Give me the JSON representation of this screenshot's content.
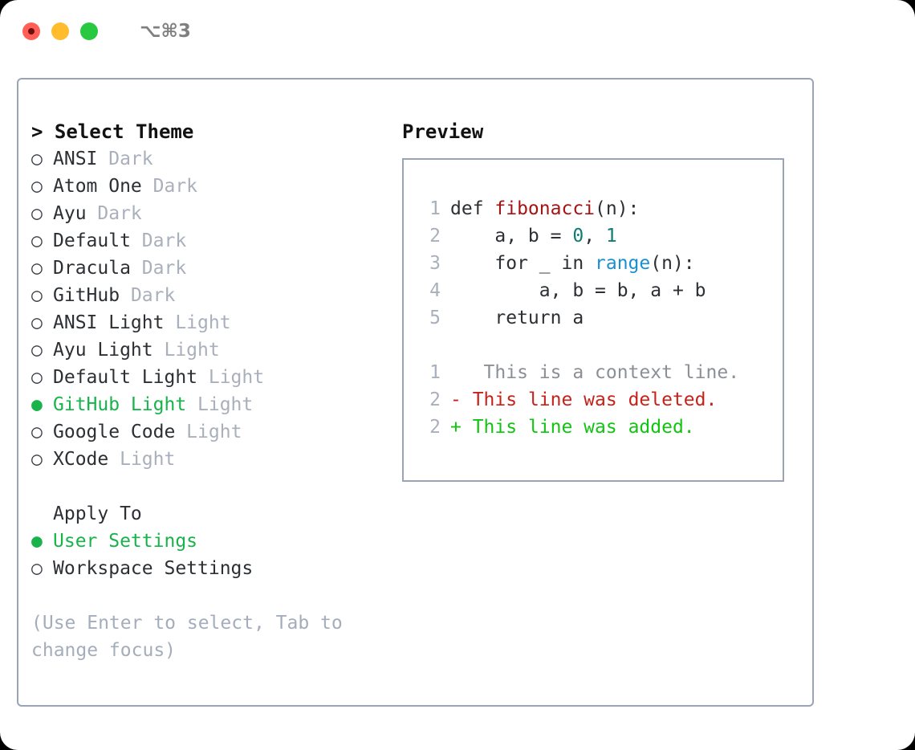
{
  "titlebar": {
    "shortcut": "⌥⌘3",
    "lights": [
      {
        "name": "close",
        "color": "#ff5f57"
      },
      {
        "name": "minimize",
        "color": "#ffbd2e"
      },
      {
        "name": "maximize",
        "color": "#28c840"
      }
    ]
  },
  "theme_picker": {
    "heading": "> Select Theme",
    "marker_off": "○",
    "marker_on": "●",
    "items": [
      {
        "label": "ANSI",
        "badge": "Dark",
        "selected": false
      },
      {
        "label": "Atom One",
        "badge": "Dark",
        "selected": false
      },
      {
        "label": "Ayu",
        "badge": "Dark",
        "selected": false
      },
      {
        "label": "Default",
        "badge": "Dark",
        "selected": false
      },
      {
        "label": "Dracula",
        "badge": "Dark",
        "selected": false
      },
      {
        "label": "GitHub",
        "badge": "Dark",
        "selected": false
      },
      {
        "label": "ANSI Light",
        "badge": "Light",
        "selected": false
      },
      {
        "label": "Ayu Light",
        "badge": "Light",
        "selected": false
      },
      {
        "label": "Default Light",
        "badge": "Light",
        "selected": false
      },
      {
        "label": "GitHub Light",
        "badge": "Light",
        "selected": true
      },
      {
        "label": "Google Code",
        "badge": "Light",
        "selected": false
      },
      {
        "label": "XCode",
        "badge": "Light",
        "selected": false
      }
    ]
  },
  "apply_to": {
    "heading": "Apply To",
    "items": [
      {
        "label": "User Settings",
        "selected": true
      },
      {
        "label": "Workspace Settings",
        "selected": false
      }
    ]
  },
  "hint": "(Use Enter to select, Tab to change focus)",
  "preview": {
    "heading": "Preview",
    "code_lines": [
      {
        "no": "1",
        "parts": [
          {
            "t": "def ",
            "c": "plain"
          },
          {
            "t": "fibonacci",
            "c": "func"
          },
          {
            "t": "(n):",
            "c": "plain"
          }
        ]
      },
      {
        "no": "2",
        "parts": [
          {
            "t": "    a, b = ",
            "c": "plain"
          },
          {
            "t": "0",
            "c": "num"
          },
          {
            "t": ", ",
            "c": "plain"
          },
          {
            "t": "1",
            "c": "num"
          }
        ]
      },
      {
        "no": "3",
        "parts": [
          {
            "t": "    for _ in ",
            "c": "plain"
          },
          {
            "t": "range",
            "c": "call"
          },
          {
            "t": "(n):",
            "c": "plain"
          }
        ]
      },
      {
        "no": "4",
        "parts": [
          {
            "t": "        a, b = b, a + b",
            "c": "plain"
          }
        ]
      },
      {
        "no": "5",
        "parts": [
          {
            "t": "    return a",
            "c": "plain"
          }
        ]
      }
    ],
    "diff_lines": [
      {
        "no": "1",
        "sign": " ",
        "text": "  This is a context line.",
        "kind": "ctx"
      },
      {
        "no": "2",
        "sign": "-",
        "text": " This line was deleted.",
        "kind": "del"
      },
      {
        "no": "2",
        "sign": "+",
        "text": " This line was added.",
        "kind": "add"
      }
    ]
  },
  "colors": {
    "accent_green": "#18b34a",
    "panel_border": "#9aa4b4",
    "muted": "#a9b0bb",
    "diff_add": "#12c412",
    "diff_del": "#c7221a",
    "syntax_func": "#a31515",
    "syntax_num": "#0e7c72",
    "syntax_call": "#1a8fd1"
  }
}
